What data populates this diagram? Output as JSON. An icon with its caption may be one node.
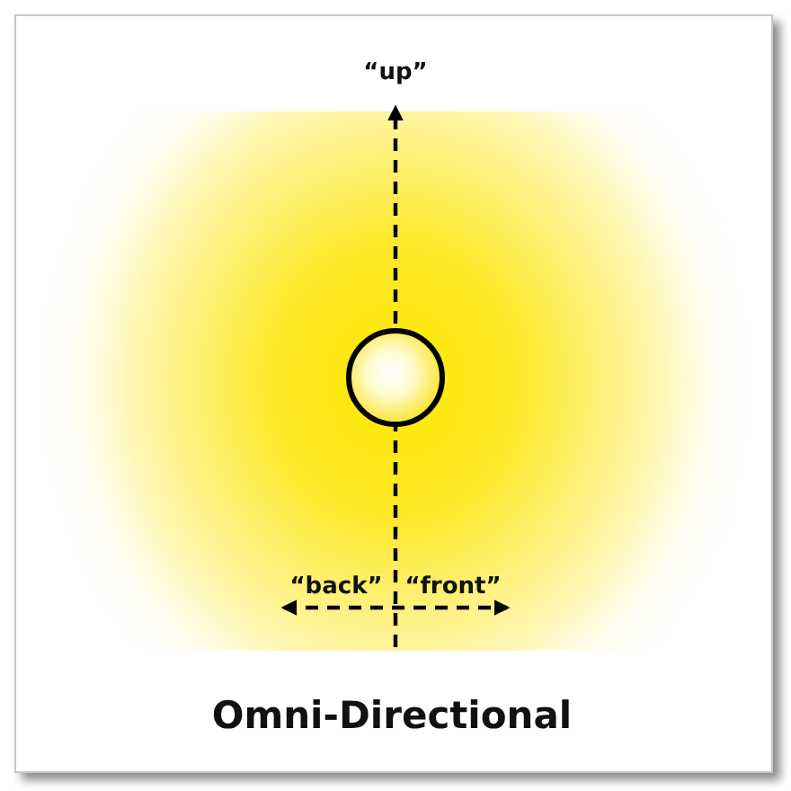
{
  "diagram": {
    "title": "Omni-Directional",
    "labels": [
      "“up”",
      "“back”",
      "“front”"
    ]
  }
}
